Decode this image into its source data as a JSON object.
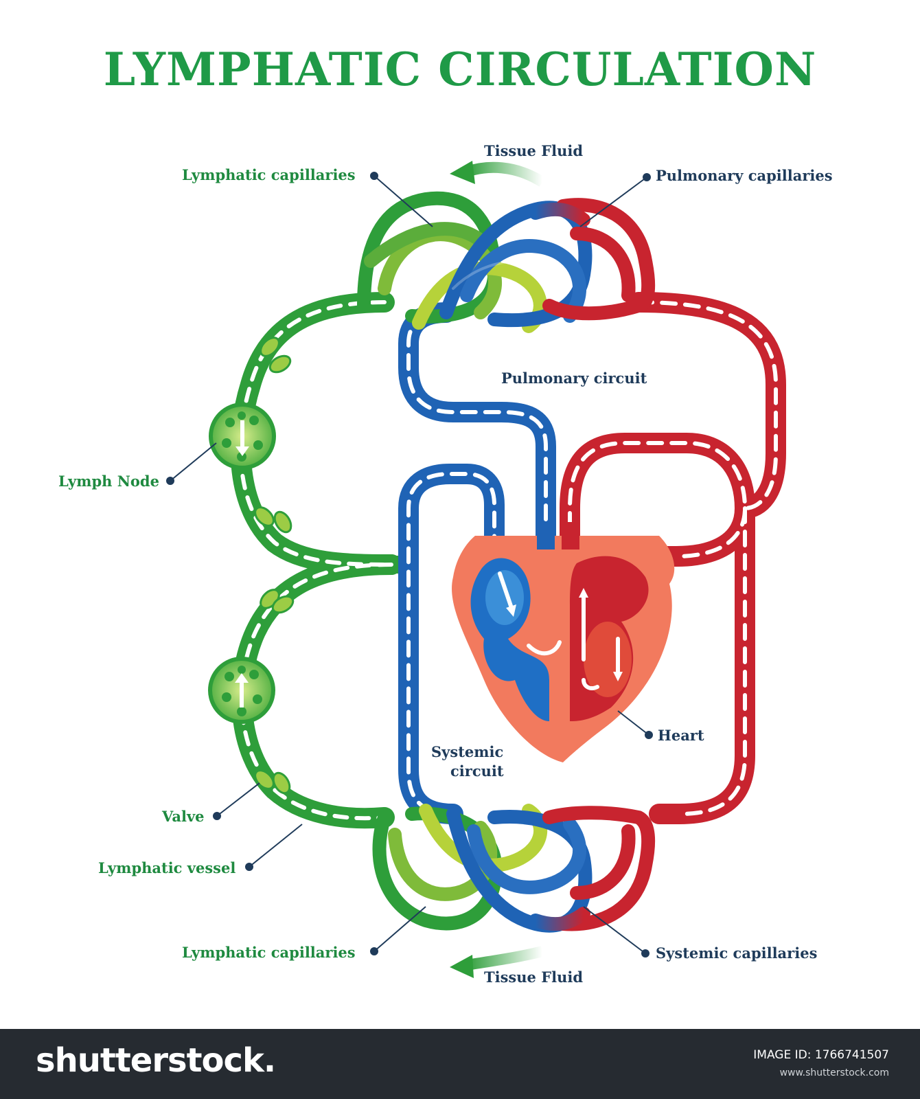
{
  "title": "LYMPHATIC CIRCULATION",
  "labels": {
    "tissue_fluid_top": "Tissue Fluid",
    "lymphatic_capillaries_top": "Lymphatic capillaries",
    "pulmonary_capillaries": "Pulmonary capillaries",
    "pulmonary_circuit": "Pulmonary circuit",
    "lymph_node": "Lymph Node",
    "heart": "Heart",
    "systemic_circuit_line1": "Systemic",
    "systemic_circuit_line2": "circuit",
    "valve": "Valve",
    "lymphatic_vessel": "Lymphatic vessel",
    "lymphatic_capillaries_bottom": "Lymphatic capillaries",
    "systemic_capillaries": "Systemic capillaries",
    "tissue_fluid_bottom": "Tissue Fluid"
  },
  "colors": {
    "lymph_green": "#2e9e3a",
    "lymph_light": "#a6c93a",
    "vein_blue": "#1f63b5",
    "artery_red": "#c8242f",
    "heart_salmon": "#f27a5e",
    "label_green": "#1f8a40",
    "label_navy": "#1f3b5a"
  },
  "footer": {
    "brand": "shutterstock",
    "brand_dot": ".",
    "image_id_label": "IMAGE ID: 1766741507",
    "site": "www.shutterstock.com"
  }
}
